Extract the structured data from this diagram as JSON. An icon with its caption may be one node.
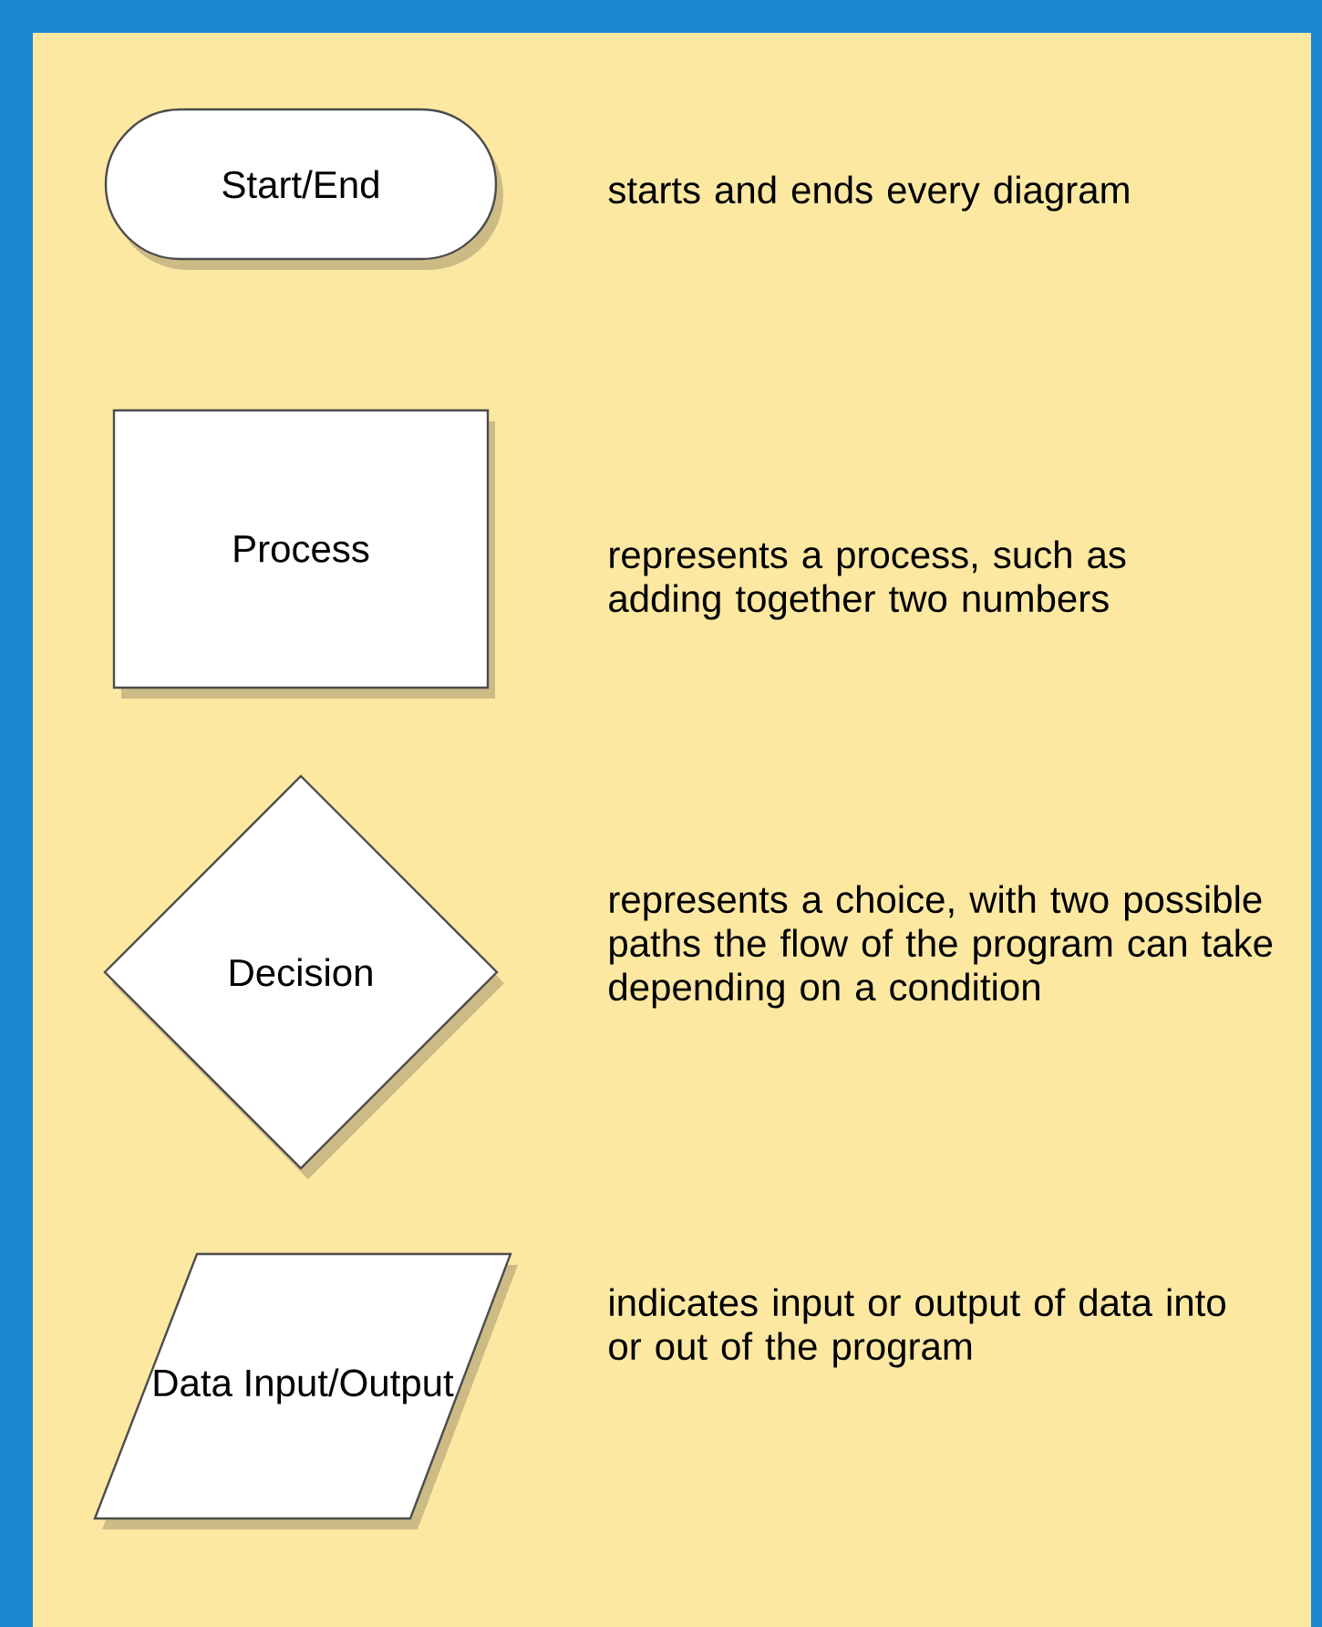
{
  "diagram": {
    "nodes": [
      {
        "text": [
          "Start/End"
        ],
        "beside": [
          "starts and ends every diagram"
        ]
      },
      {
        "text": [
          "Process"
        ],
        "beside": [
          "represents a process, such as adding together two numbers"
        ]
      },
      {
        "text": [
          "Decision"
        ],
        "beside": [
          "represents a choice, with two possible paths the flow of the program can take depending on a condition"
        ]
      },
      {
        "text": [
          "Data Input/Output"
        ],
        "beside": [
          "indicates input or output of data into or out of the program"
        ]
      }
    ]
  }
}
